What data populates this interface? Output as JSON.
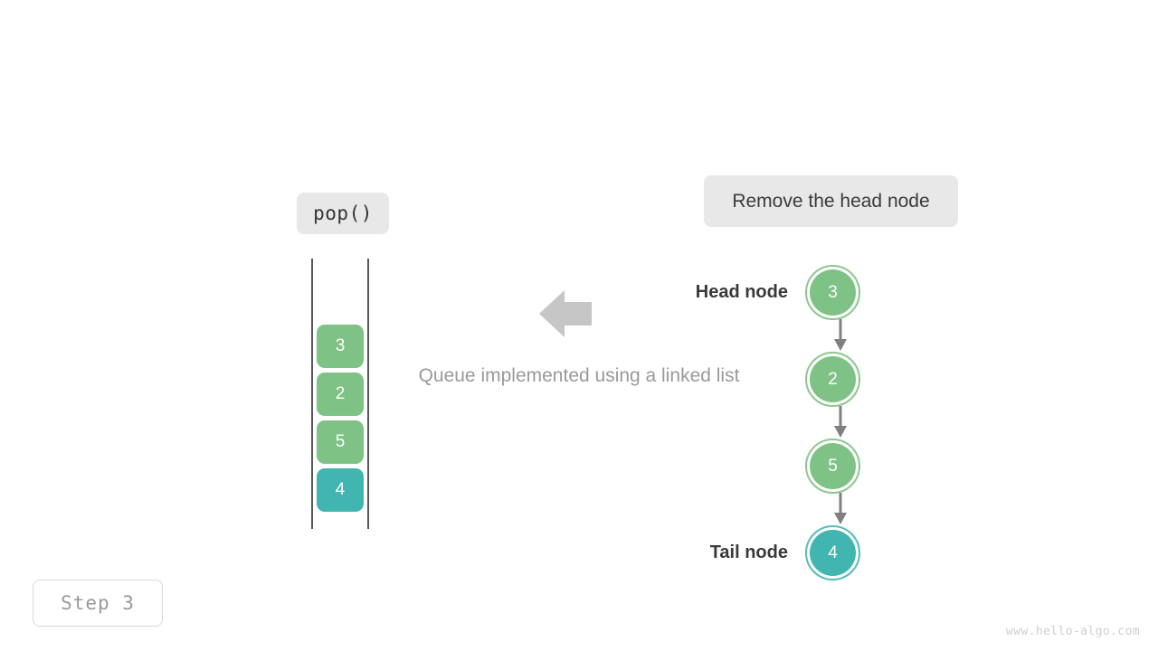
{
  "operation": {
    "label": "pop()"
  },
  "description": {
    "label": "Remove the head node"
  },
  "caption": {
    "text": "Queue implemented using a linked list"
  },
  "step_badge": {
    "label": "Step 3"
  },
  "watermark": {
    "text": "www.hello-algo.com"
  },
  "colors": {
    "green_fill": "#7ec285",
    "green_ring": "#8cc790",
    "teal_fill": "#41b5b0",
    "teal_ring": "#55bdb8",
    "arrow_gray": "#c6c6c6",
    "connector_gray": "#808080",
    "pill_bg": "#e8e8e8",
    "rail": "#58585a",
    "caption_gray": "#9a9a9a",
    "label_dark": "#3a3a3a"
  },
  "stack": {
    "name": "queue-stack",
    "cells": [
      {
        "value": "3",
        "color": "green"
      },
      {
        "value": "2",
        "color": "green"
      },
      {
        "value": "5",
        "color": "green"
      },
      {
        "value": "4",
        "color": "teal"
      }
    ]
  },
  "flow_arrow": {
    "direction": "left"
  },
  "linked_list": {
    "nodes": [
      {
        "value": "3",
        "label": "Head node",
        "color": "green"
      },
      {
        "value": "2",
        "label": "",
        "color": "green"
      },
      {
        "value": "5",
        "label": "",
        "color": "green"
      },
      {
        "value": "4",
        "label": "Tail node",
        "color": "teal"
      }
    ]
  }
}
